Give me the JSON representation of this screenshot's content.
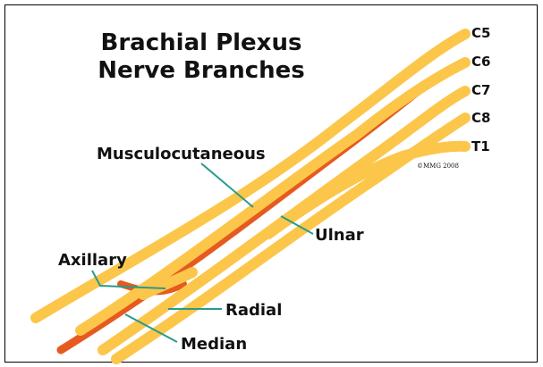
{
  "title": {
    "line1": "Brachial Plexus",
    "line2": "Nerve Branches"
  },
  "roots": [
    "C5",
    "C6",
    "C7",
    "C8",
    "T1"
  ],
  "branches": {
    "musculocutaneous": "Musculocutaneous",
    "axillary": "Axillary",
    "ulnar": "Ulnar",
    "radial": "Radial",
    "median": "Median"
  },
  "copyright": "©MMG 2008",
  "colors": {
    "nerve": "#fcc64a",
    "artery": "#e65a1f",
    "leader": "#2a9a8a",
    "text": "#111111"
  }
}
